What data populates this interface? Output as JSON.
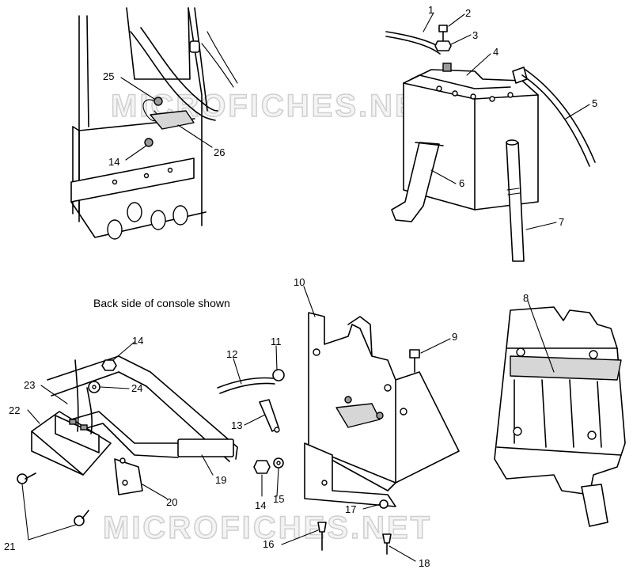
{
  "caption": "Back side of console shown",
  "watermark": "MICROFICHES.NET",
  "callouts": [
    "1",
    "2",
    "3",
    "4",
    "5",
    "6",
    "7",
    "8",
    "9",
    "10",
    "11",
    "12",
    "13",
    "14",
    "14",
    "14",
    "15",
    "16",
    "17",
    "18",
    "19",
    "20",
    "21",
    "22",
    "23",
    "24",
    "25",
    "26"
  ]
}
